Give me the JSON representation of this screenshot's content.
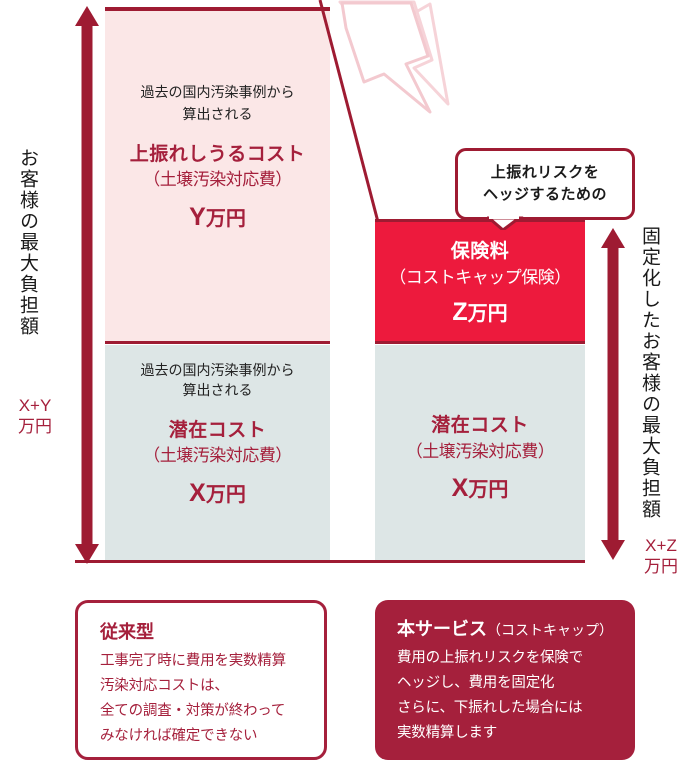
{
  "diagram": {
    "colors": {
      "upside_fill": "#FBE7E7",
      "latent_fill": "#DDE6E6",
      "premium_fill": "#ED1A3D",
      "dark_red": "#A5203C",
      "line_red": "#9E1B32"
    },
    "left_axis": {
      "label": "お客様の最大負担額",
      "amount": "X+Y",
      "unit": "万円"
    },
    "right_axis": {
      "label": "固定化したお客様の最大負担額",
      "amount": "X+Z",
      "unit": "万円"
    },
    "upside_block": {
      "sub_line1": "過去の国内汚染事例から",
      "sub_line2": "算出される",
      "highlight": "上振れしうるコスト",
      "paren": "（土壌汚染対応費）",
      "amount": "Y",
      "unit": "万円"
    },
    "latent_left_block": {
      "sub_line1": "過去の国内汚染事例から",
      "sub_line2": "算出される",
      "highlight": "潜在コスト",
      "paren": "（土壌汚染対応費）",
      "amount": "X",
      "unit": "万円"
    },
    "premium_block": {
      "highlight": "保険料",
      "paren": "（コストキャップ保険）",
      "amount": "Z",
      "unit": "万円"
    },
    "latent_right_block": {
      "highlight": "潜在コスト",
      "paren": "（土壌汚染対応費）",
      "amount": "X",
      "unit": "万円"
    },
    "callout": {
      "line1": "上振れリスクを",
      "line2": "ヘッジするための"
    },
    "legacy_box": {
      "title": "従来型",
      "lines": [
        "工事完了時に費用を実数精算",
        "汚染対応コストは、",
        "全ての調査・対策が終わって",
        "みなければ確定できない"
      ]
    },
    "service_box": {
      "title": "本サービス",
      "title_sub": "（コストキャップ）",
      "lines": [
        "費用の上振れリスクを保険で",
        "ヘッジし、費用を固定化",
        "さらに、下振れした場合には",
        "実数精算します"
      ]
    }
  }
}
